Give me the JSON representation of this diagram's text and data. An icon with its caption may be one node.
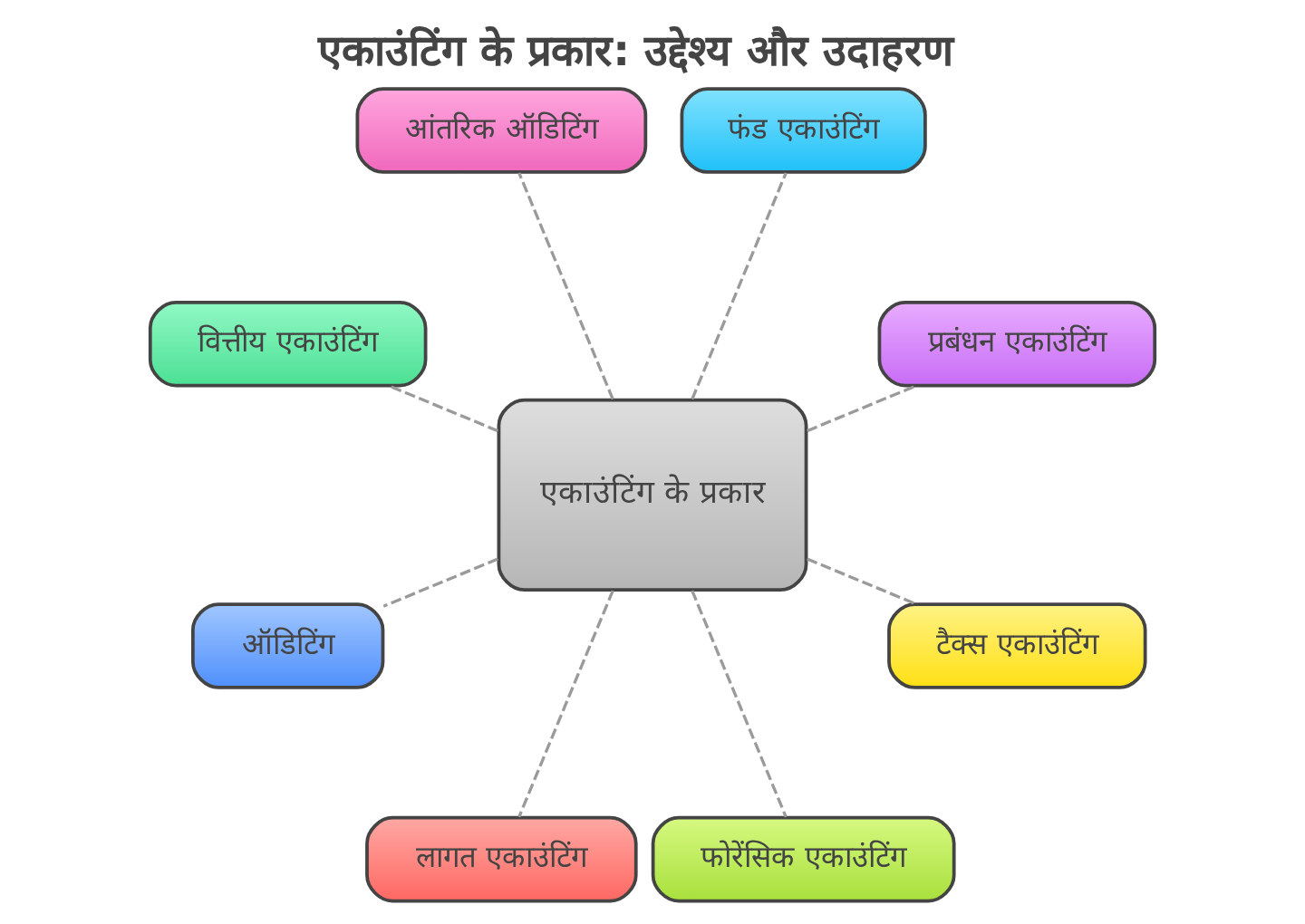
{
  "diagram": {
    "title": "एकाउंटिंग के प्रकार: उद्देश्य और उदाहरण",
    "nodes": [
      {
        "text": [
          "एकाउंटिंग के प्रकार"
        ]
      },
      {
        "text": [
          "आंतरिक ऑडिटिंग"
        ]
      },
      {
        "text": [
          "फंड एकाउंटिंग"
        ]
      },
      {
        "text": [
          "वित्तीय एकाउंटिंग"
        ]
      },
      {
        "text": [
          "प्रबंधन एकाउंटिंग"
        ]
      },
      {
        "text": [
          "ऑडिटिंग"
        ]
      },
      {
        "text": [
          "टैक्स एकाउंटिंग"
        ]
      },
      {
        "text": [
          "लागत एकाउंटिंग"
        ]
      },
      {
        "text": [
          "फोरेंसिक एकाउंटिंग"
        ]
      }
    ],
    "edges": [
      {
        "from": 0,
        "to": 1,
        "arrow": "none",
        "style": "dashed"
      },
      {
        "from": 0,
        "to": 2,
        "arrow": "none",
        "style": "dashed"
      },
      {
        "from": 0,
        "to": 3,
        "arrow": "none",
        "style": "dashed"
      },
      {
        "from": 0,
        "to": 4,
        "arrow": "none",
        "style": "dashed"
      },
      {
        "from": 0,
        "to": 5,
        "arrow": "none",
        "style": "dashed"
      },
      {
        "from": 0,
        "to": 6,
        "arrow": "none",
        "style": "dashed"
      },
      {
        "from": 0,
        "to": 7,
        "arrow": "none",
        "style": "dashed"
      },
      {
        "from": 0,
        "to": 8,
        "arrow": "none",
        "style": "dashed"
      }
    ]
  }
}
